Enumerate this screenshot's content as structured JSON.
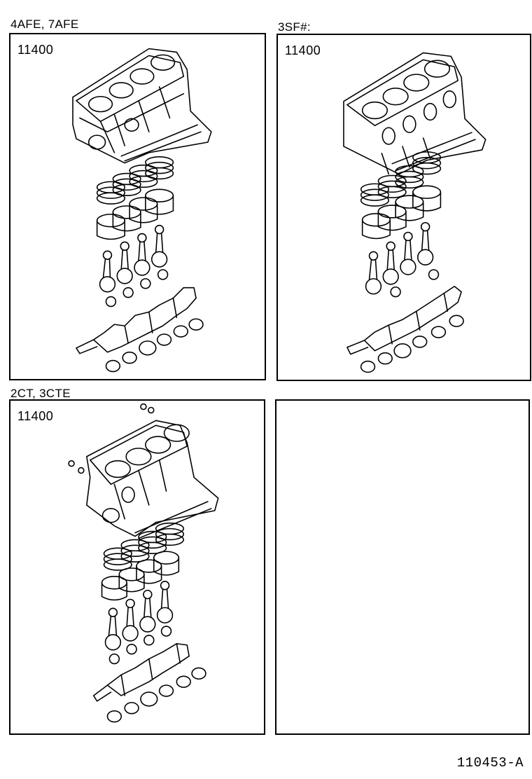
{
  "figure_id": "110453-A",
  "panels": [
    {
      "caption": "4AFE, 7AFE",
      "part_number": "11400",
      "illustration": "short-block-assembly (cylinder block, piston rings, pistons, connecting rods, bearings, crankshaft)"
    },
    {
      "caption": "3SF#:",
      "part_number": "11400",
      "illustration": "short-block-assembly (cylinder block, piston rings, pistons, connecting rods, bearings, crankshaft)"
    },
    {
      "caption": "2CT, 3CTE",
      "part_number": "11400",
      "illustration": "short-block-assembly (cylinder block, piston rings, pistons, connecting rods, bearings, crankshaft)"
    },
    {
      "caption": "",
      "part_number": "",
      "illustration": ""
    }
  ]
}
